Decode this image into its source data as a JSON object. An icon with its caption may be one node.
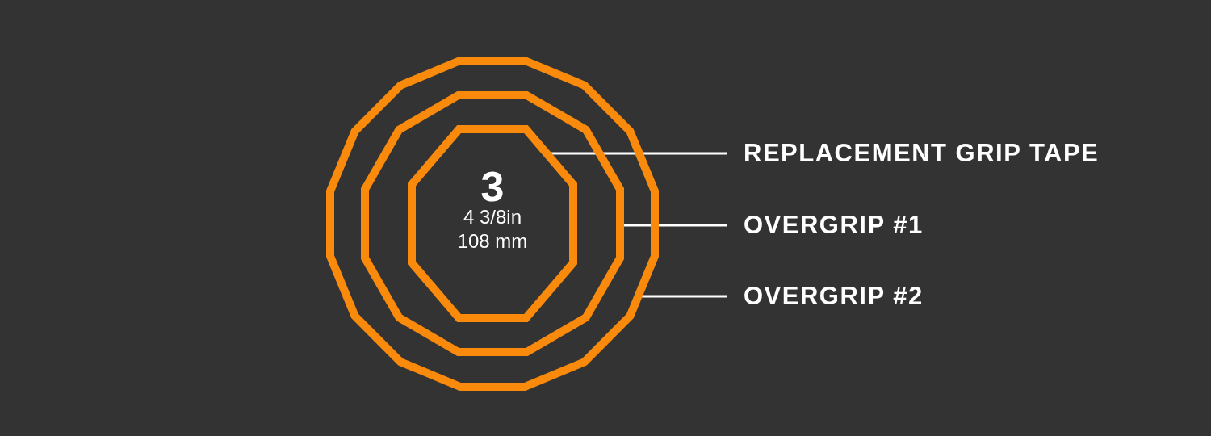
{
  "diagram": {
    "nodes": [
      {
        "text": [],
        "shape": "polygon"
      },
      {
        "text": [],
        "shape": "polygon",
        "in": 0
      },
      {
        "text": [
          "3",
          "4 3/8in",
          "108 mm"
        ],
        "in": 1
      },
      {
        "text": [
          "REPLACEMENT GRIP TAPE"
        ]
      },
      {
        "text": [
          "OVERGRIP #1"
        ]
      },
      {
        "text": [
          "OVERGRIP #2"
        ]
      }
    ],
    "edges": [
      {
        "from": 3,
        "to": 2,
        "arrow": "none"
      },
      {
        "from": 4,
        "to": 1,
        "arrow": "none"
      },
      {
        "from": 5,
        "to": 0,
        "arrow": "none"
      }
    ]
  }
}
